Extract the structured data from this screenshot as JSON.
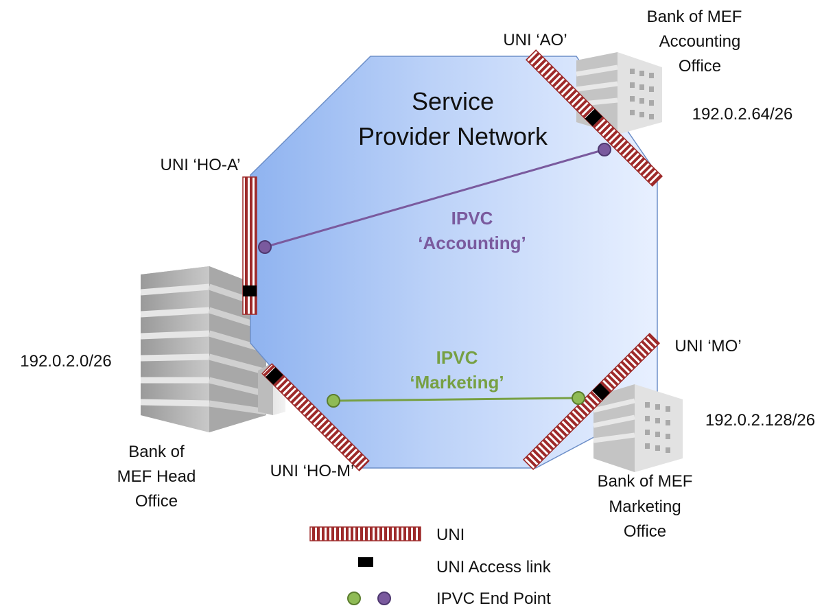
{
  "network": {
    "title_line1": "Service",
    "title_line2": "Provider Network"
  },
  "ipvcs": [
    {
      "line1": "IPVC",
      "line2": "‘Accounting’",
      "color": "#7a5a9e"
    },
    {
      "line1": "IPVC",
      "line2": "‘Marketing’",
      "color": "#77a043"
    }
  ],
  "unis": {
    "ho_a": "UNI ‘HO-A’",
    "ao": "UNI ‘AO’",
    "mo": "UNI ‘MO’",
    "ho_m": "UNI ‘HO-M’"
  },
  "sites": {
    "accounting": {
      "name_lines": [
        "Bank of MEF",
        "Accounting",
        "Office"
      ],
      "subnet": "192.0.2.64/26"
    },
    "head": {
      "name_lines": [
        "Bank of",
        "MEF Head",
        "Office"
      ],
      "subnet": "192.0.2.0/26"
    },
    "marketing": {
      "name_lines": [
        "Bank of MEF",
        "Marketing",
        "Office"
      ],
      "subnet": "192.0.2.128/26"
    }
  },
  "legend": {
    "uni": "UNI",
    "access_link": "UNI Access link",
    "endpoint": "IPVC End Point"
  },
  "colors": {
    "uni_stripe": "#9e2a2a",
    "access_link": "#000000",
    "network_fill_left": "#8fb3f0",
    "network_fill_right": "#e6efff",
    "accounting": "#7a5a9e",
    "marketing": "#77a043"
  }
}
